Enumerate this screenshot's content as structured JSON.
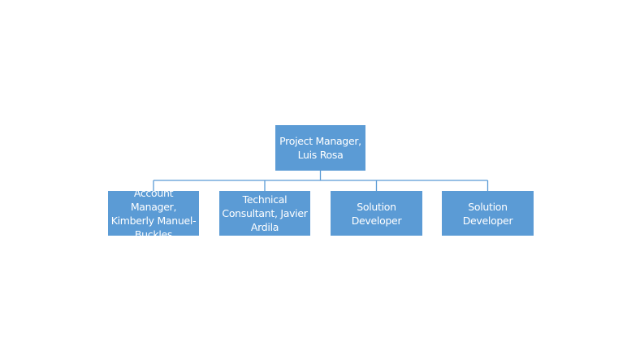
{
  "diagram": {
    "type": "org-chart",
    "root": {
      "label": "Project Manager,\nLuis Rosa"
    },
    "children": [
      {
        "label": "Account Manager,\nKimberly Manuel-\nBuckles"
      },
      {
        "label": "Technical\nConsultant, Javier\nArdila"
      },
      {
        "label": "Solution\nDeveloper"
      },
      {
        "label": "Solution\nDeveloper"
      }
    ],
    "colors": {
      "node_fill": "#5b9bd5",
      "node_text": "#ffffff",
      "connector": "#5b9bd5"
    }
  }
}
